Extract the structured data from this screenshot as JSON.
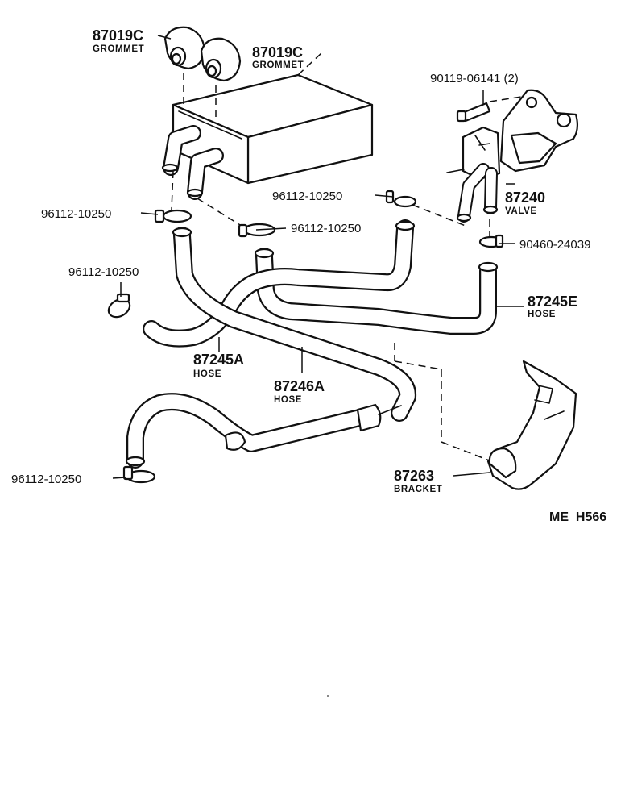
{
  "labels": {
    "grommet_left": {
      "number": "87019C",
      "name": "GROMMET"
    },
    "grommet_right": {
      "number": "87019C",
      "name": "GROMMET"
    },
    "bolt": {
      "number": "90119-06141 (2)"
    },
    "clamp_upper_right": {
      "number": "96112-10250"
    },
    "clamp_upper_left": {
      "number": "96112-10250"
    },
    "clamp_middle": {
      "number": "96112-10250"
    },
    "clamp_left": {
      "number": "96112-10250"
    },
    "clamp_bottom": {
      "number": "96112-10250"
    },
    "valve": {
      "number": "87240",
      "name": "VALVE"
    },
    "clip": {
      "number": "90460-24039"
    },
    "hose_e": {
      "number": "87245E",
      "name": "HOSE"
    },
    "hose_a": {
      "number": "87245A",
      "name": "HOSE"
    },
    "hose_b": {
      "number": "87246A",
      "name": "HOSE"
    },
    "bracket": {
      "number": "87263",
      "name": "BRACKET"
    }
  },
  "figure_code": "ME  H566"
}
